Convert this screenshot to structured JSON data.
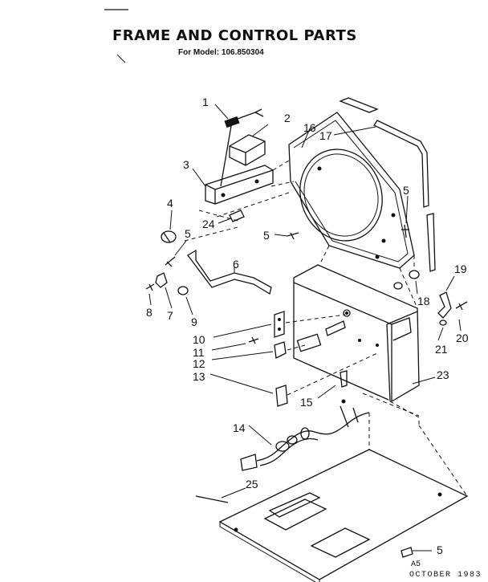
{
  "diagram": {
    "title": "FRAME AND CONTROL PARTS",
    "subtitle": "For Model: 106.850304",
    "page_code": "A5",
    "date": "OCTOBER 1983"
  },
  "callouts": [
    "1",
    "2",
    "3",
    "4",
    "5",
    "6",
    "7",
    "8",
    "9",
    "10",
    "11",
    "12",
    "13",
    "14",
    "15",
    "16",
    "17",
    "18",
    "19",
    "20",
    "21",
    "23",
    "24",
    "25"
  ]
}
